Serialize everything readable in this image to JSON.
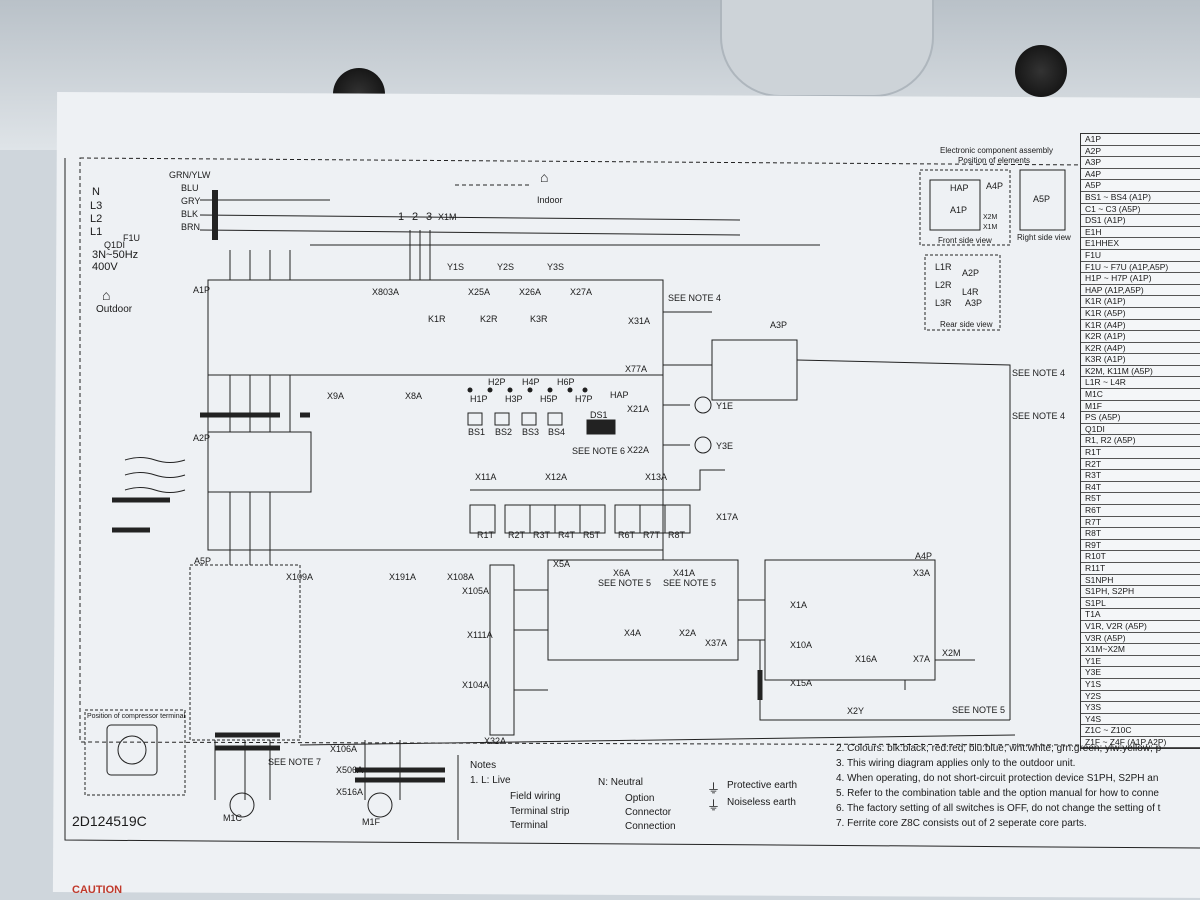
{
  "diagram": {
    "doc_id": "2D124519C",
    "caution": "CAUTION",
    "outdoor_label": "Outdoor",
    "indoor_label": "Indoor",
    "supply": {
      "line1": "3N~50Hz",
      "line2": "400V"
    },
    "supply_terminals": [
      "N",
      "L3",
      "L2",
      "L1"
    ],
    "fuse_labels": [
      "F1U",
      "Q1DI"
    ],
    "x1m_terminals": [
      "1",
      "2",
      "3"
    ],
    "x1m_label": "X1M",
    "wire_colors": [
      "BLU",
      "GRY",
      "BLK",
      "BRN",
      "GRN/YLW"
    ],
    "boards": [
      {
        "name": "A1P"
      },
      {
        "name": "A2P"
      },
      {
        "name": "A3P"
      },
      {
        "name": "A4P"
      },
      {
        "name": "A5P"
      }
    ],
    "solenoids": [
      "Y1S",
      "Y2S",
      "Y3S"
    ],
    "relays_k": [
      "K1R",
      "K2R",
      "K3R"
    ],
    "motors": [
      "Y1E",
      "Y3E"
    ],
    "leds": [
      "H1P",
      "H2P",
      "H3P",
      "H4P",
      "H5P",
      "H6P",
      "H7P",
      "HAP"
    ],
    "switches": [
      "BS1",
      "BS2",
      "BS3",
      "BS4",
      "DS1"
    ],
    "thermistors": [
      "R1T",
      "R2T",
      "R3T",
      "R4T",
      "R5T",
      "R6T",
      "R7T",
      "R8T"
    ],
    "see_notes": [
      "SEE NOTE 4",
      "SEE NOTE 5",
      "SEE NOTE 6",
      "SEE NOTE 7"
    ],
    "compressor_terminal_title": "Position of compressor terminal",
    "motor_labels": [
      "M1C",
      "M1F"
    ],
    "connector_labels": [
      "X803A",
      "X25A",
      "X26A",
      "X27A",
      "X31A",
      "X77A",
      "X21A",
      "X22A",
      "X11A",
      "X12A",
      "X13A",
      "X17A",
      "X9A",
      "X8A",
      "X109A",
      "X191A",
      "X108A",
      "X105A",
      "X111A",
      "X104A",
      "X32A",
      "X106A",
      "X506A",
      "X516A",
      "X5A",
      "X6A",
      "X41A",
      "X4A",
      "X2A",
      "X37A",
      "X1A",
      "X10A",
      "X15A",
      "X16A",
      "X7A",
      "X3A",
      "X2M",
      "X2Y"
    ]
  },
  "component_position": {
    "title1": "Electronic component assembly",
    "title2": "Position of elements",
    "front_label": "Front side view",
    "right_label": "Right side view",
    "rear_label": "Rear side view",
    "front_items": [
      "HAP",
      "A1P",
      "A4P",
      "X2M",
      "X1M"
    ],
    "right_items": [
      "A5P"
    ],
    "rear_items": [
      "L1R",
      "L2R",
      "L3R",
      "A2P",
      "L4R",
      "A3P"
    ]
  },
  "legend": [
    "A1P",
    "A2P",
    "A3P",
    "A4P",
    "A5P",
    "BS1 ~ BS4 (A1P)",
    "C1 ~ C3 (A5P)",
    "DS1 (A1P)",
    "E1H",
    "E1HHEX",
    "F1U",
    "F1U ~ F7U (A1P,A5P)",
    "H1P ~ H7P (A1P)",
    "HAP (A1P,A5P)",
    "K1R (A1P)",
    "K1R (A5P)",
    "K1R (A4P)",
    "K2R (A1P)",
    "K2R (A4P)",
    "K3R (A1P)",
    "K2M, K11M (A5P)",
    "L1R ~ L4R",
    "M1C",
    "M1F",
    "PS (A5P)",
    "Q1DI",
    "R1, R2 (A5P)",
    "R1T",
    "R2T",
    "R3T",
    "R4T",
    "R5T",
    "R6T",
    "R7T",
    "R8T",
    "R9T",
    "R10T",
    "R11T",
    "S1NPH",
    "S1PH, S2PH",
    "S1PL",
    "T1A",
    "V1R, V2R (A5P)",
    "V3R (A5P)",
    "X1M~X2M",
    "Y1E",
    "Y3E",
    "Y1S",
    "Y2S",
    "Y3S",
    "Y4S",
    "Z1C ~ Z10C",
    "Z1F ~ Z4F (A1P,A2P)"
  ],
  "notes": {
    "title": "Notes",
    "item1": "1.  L: Live",
    "neutral": "N: Neutral",
    "symbols": [
      {
        "label": "Field wiring"
      },
      {
        "label": "Terminal strip"
      },
      {
        "label": "Terminal"
      },
      {
        "label": "Option"
      },
      {
        "label": "Connector"
      },
      {
        "label": "Connection"
      },
      {
        "label": "Protective earth"
      },
      {
        "label": "Noiseless earth"
      }
    ],
    "lines": [
      "2.  Colours: blk:black; red:red; blu:blue; wht:white; grn:green; ylw:yellow; p",
      "3.  This wiring diagram applies only to the outdoor unit.",
      "4.  When operating, do not short-circuit protection device S1PH, S2PH an",
      "5.  Refer to the combination table and the option manual for how to conne",
      "6.  The factory setting of all switches is OFF, do not change the setting of t",
      "7.  Ferrite core Z8C consists out of 2 seperate core parts."
    ]
  }
}
